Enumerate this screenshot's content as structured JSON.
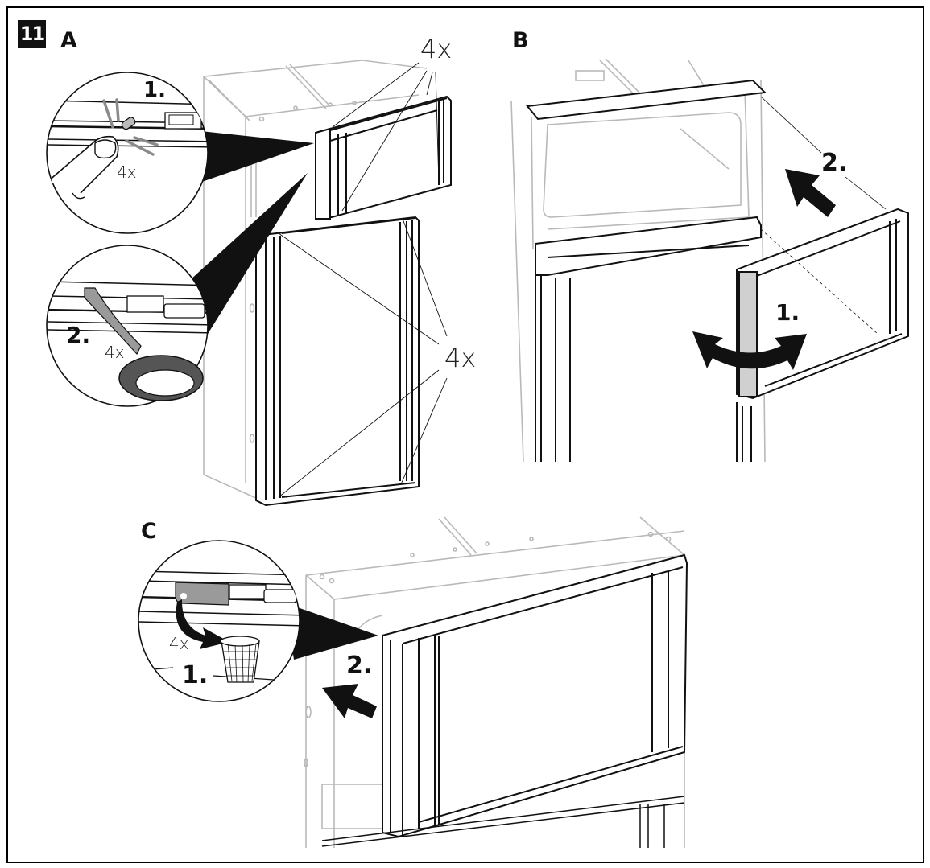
{
  "document": {
    "figure_number": "11",
    "colors": {
      "ink": "#111111",
      "light_line": "#b9b9b9",
      "tape_gray": "#9a9a9a",
      "background": "#ffffff"
    }
  },
  "panels": [
    {
      "id": "A",
      "label": "A",
      "callouts": [
        {
          "step": "1.",
          "quantity": "4x",
          "action": "press-pin",
          "icon": "finger-press-pin-icon"
        },
        {
          "step": "2.",
          "quantity": "4x",
          "action": "apply-adhesive-tape",
          "icon": "tape-roll-icon"
        }
      ],
      "leader_labels": [
        {
          "text": "4x",
          "target": "upper-door-frame-corners"
        },
        {
          "text": "4x",
          "target": "lower-door-frame-corners"
        }
      ]
    },
    {
      "id": "B",
      "label": "B",
      "steps": [
        {
          "step": "1.",
          "action": "rotate-frame",
          "icon": "rotate-arrow-icon"
        },
        {
          "step": "2.",
          "action": "push-frame-onto-door",
          "icon": "push-arrow-icon"
        }
      ]
    },
    {
      "id": "C",
      "label": "C",
      "callouts": [
        {
          "step": "1.",
          "quantity": "4x",
          "action": "remove-tape-backing",
          "icon": "waste-basket-icon"
        }
      ],
      "steps": [
        {
          "step": "2.",
          "action": "press-frame-onto-door",
          "icon": "push-arrow-icon"
        }
      ]
    }
  ]
}
